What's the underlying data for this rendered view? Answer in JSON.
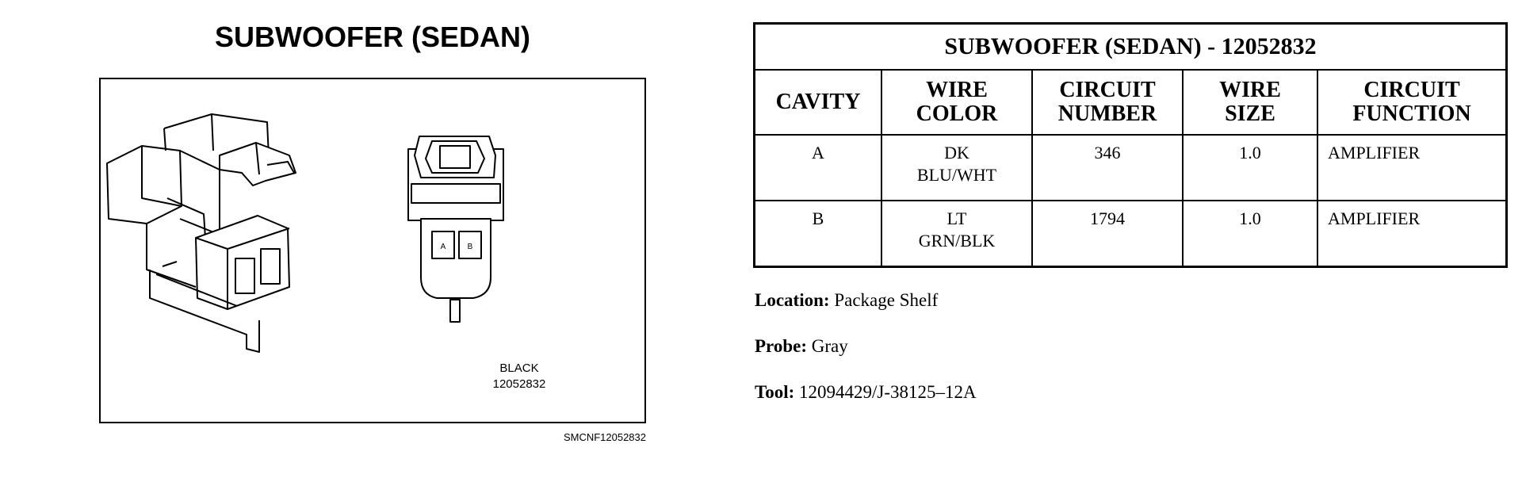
{
  "connector_view": {
    "title": "SUBWOOFER (SEDAN)",
    "connector_color": "BLACK",
    "part_number": "12052832",
    "figure_id": "SMCNF12052832",
    "cavity_labels": [
      "A",
      "B"
    ]
  },
  "table": {
    "title": "SUBWOOFER (SEDAN) - 12052832",
    "headers": [
      [
        "CAVITY"
      ],
      [
        "WIRE",
        "COLOR"
      ],
      [
        "CIRCUIT",
        "NUMBER"
      ],
      [
        "WIRE",
        "SIZE"
      ],
      [
        "CIRCUIT",
        "FUNCTION"
      ]
    ],
    "rows": [
      {
        "cavity": "A",
        "wire_color": [
          "DK",
          "BLU/WHT"
        ],
        "circuit_number": "346",
        "wire_size": "1.0",
        "circuit_function": "AMPLIFIER"
      },
      {
        "cavity": "B",
        "wire_color": [
          "LT",
          "GRN/BLK"
        ],
        "circuit_number": "1794",
        "wire_size": "1.0",
        "circuit_function": "AMPLIFIER"
      }
    ]
  },
  "info": {
    "location_label": "Location:",
    "location_value": "Package Shelf",
    "probe_label": "Probe:",
    "probe_value": "Gray",
    "tool_label": "Tool:",
    "tool_value": "12094429/J-38125–12A"
  }
}
